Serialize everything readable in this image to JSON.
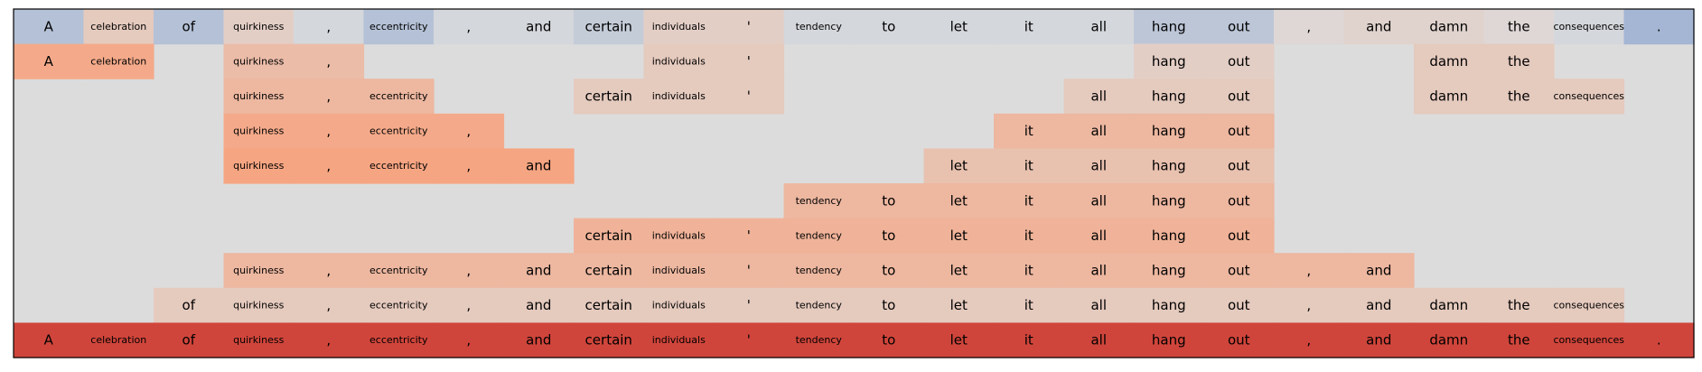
{
  "chart_data": {
    "type": "heatmap",
    "title": "",
    "xlabel": "",
    "ylabel": "",
    "tokens": [
      "A",
      "celebration",
      "of",
      "quirkiness",
      ",",
      "eccentricity",
      ",",
      "and",
      "certain",
      "individuals",
      "'",
      "tendency",
      "to",
      "let",
      "it",
      "all",
      "hang",
      "out",
      ",",
      "and",
      "damn",
      "the",
      "consequences",
      "."
    ],
    "rows": [
      {
        "shown": [
          0,
          1,
          2,
          3,
          4,
          5,
          6,
          7,
          8,
          9,
          10,
          11,
          12,
          13,
          14,
          15,
          16,
          17,
          18,
          19,
          20,
          21,
          22,
          23
        ],
        "values": [
          -0.25,
          0.2,
          -0.25,
          0.15,
          -0.05,
          -0.25,
          -0.05,
          -0.05,
          -0.15,
          0.15,
          0.15,
          -0.05,
          -0.05,
          -0.05,
          -0.05,
          -0.05,
          -0.2,
          -0.2,
          0.05,
          0.1,
          0.1,
          0.05,
          -0.05,
          -0.35
        ]
      },
      {
        "shown": [
          0,
          1,
          3,
          4,
          9,
          10,
          16,
          17,
          20,
          21
        ],
        "values": [
          0.55,
          0.55,
          0.35,
          0.35,
          0.2,
          0.2,
          0.15,
          0.15,
          0.2,
          0.2
        ]
      },
      {
        "shown": [
          3,
          4,
          5,
          8,
          9,
          10,
          15,
          16,
          17,
          20,
          21,
          22
        ],
        "values": [
          0.4,
          0.4,
          0.4,
          0.2,
          0.2,
          0.2,
          0.2,
          0.2,
          0.2,
          0.2,
          0.2,
          0.2
        ]
      },
      {
        "shown": [
          3,
          4,
          5,
          6,
          14,
          15,
          16,
          17
        ],
        "values": [
          0.55,
          0.55,
          0.55,
          0.55,
          0.4,
          0.4,
          0.4,
          0.4
        ]
      },
      {
        "shown": [
          3,
          4,
          5,
          6,
          7,
          13,
          14,
          15,
          16,
          17
        ],
        "values": [
          0.6,
          0.6,
          0.6,
          0.6,
          0.6,
          0.3,
          0.3,
          0.3,
          0.3,
          0.3
        ]
      },
      {
        "shown": [
          11,
          12,
          13,
          14,
          15,
          16,
          17
        ],
        "values": [
          0.4,
          0.4,
          0.4,
          0.4,
          0.4,
          0.4,
          0.4
        ]
      },
      {
        "shown": [
          8,
          9,
          10,
          11,
          12,
          13,
          14,
          15,
          16,
          17
        ],
        "values": [
          0.45,
          0.45,
          0.45,
          0.45,
          0.45,
          0.45,
          0.45,
          0.45,
          0.45,
          0.45
        ]
      },
      {
        "shown": [
          3,
          4,
          5,
          6,
          7,
          8,
          9,
          10,
          11,
          12,
          13,
          14,
          15,
          16,
          17,
          18,
          19
        ],
        "values": [
          0.4,
          0.4,
          0.4,
          0.4,
          0.4,
          0.4,
          0.4,
          0.4,
          0.4,
          0.4,
          0.4,
          0.4,
          0.4,
          0.4,
          0.4,
          0.4,
          0.4
        ]
      },
      {
        "shown": [
          2,
          3,
          4,
          5,
          6,
          7,
          8,
          9,
          10,
          11,
          12,
          13,
          14,
          15,
          16,
          17,
          18,
          19,
          20,
          21,
          22
        ],
        "values": [
          0.2,
          0.2,
          0.2,
          0.2,
          0.2,
          0.2,
          0.2,
          0.2,
          0.2,
          0.2,
          0.2,
          0.2,
          0.2,
          0.2,
          0.2,
          0.2,
          0.2,
          0.2,
          0.2,
          0.2,
          0.2
        ]
      },
      {
        "shown": [
          0,
          1,
          2,
          3,
          4,
          5,
          6,
          7,
          8,
          9,
          10,
          11,
          12,
          13,
          14,
          15,
          16,
          17,
          18,
          19,
          20,
          21,
          22,
          23
        ],
        "values": [
          1,
          1,
          1,
          1,
          1,
          1,
          1,
          1,
          1,
          1,
          1,
          1,
          1,
          1,
          1,
          1,
          1,
          1,
          1,
          1,
          1,
          1,
          1,
          1
        ]
      }
    ],
    "value_range": [
      -1,
      1
    ],
    "colormap": "diverging blue-grey-red",
    "colors": {
      "negative": "#3b6fc4",
      "neutral": "#dcdcdc",
      "positive": "#d0453b",
      "border": "#000000"
    },
    "grid": false,
    "legend": "none"
  }
}
